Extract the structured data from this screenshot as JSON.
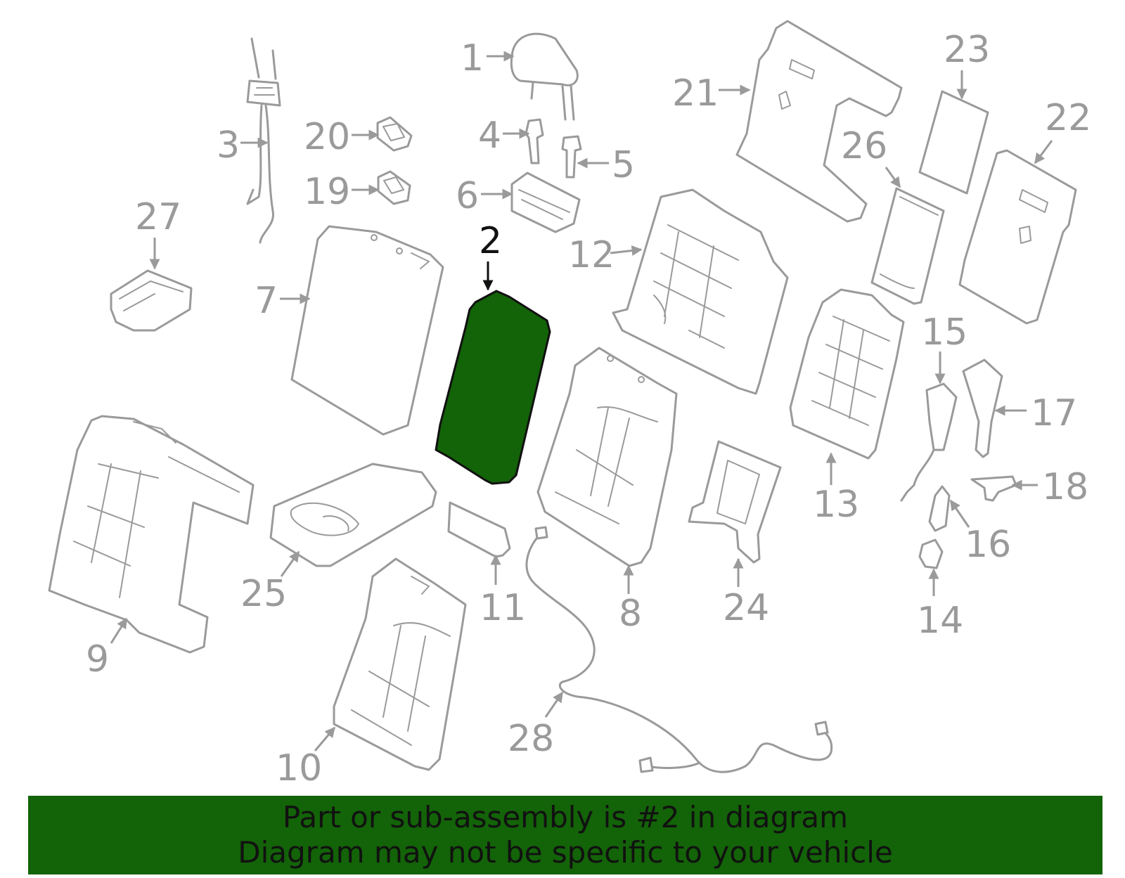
{
  "diagram": {
    "highlighted_part": "2",
    "highlight_color": "#136308",
    "part_line_color": "#9a9a9a",
    "callouts": [
      "1",
      "3",
      "4",
      "5",
      "6",
      "7",
      "8",
      "9",
      "10",
      "11",
      "12",
      "13",
      "14",
      "15",
      "16",
      "17",
      "18",
      "19",
      "20",
      "21",
      "22",
      "23",
      "24",
      "25",
      "26",
      "27",
      "28"
    ]
  },
  "banner": {
    "background": "#136308",
    "line1": "Part or sub-assembly is #2 in diagram",
    "line2": "Diagram may not be specific to your vehicle"
  }
}
